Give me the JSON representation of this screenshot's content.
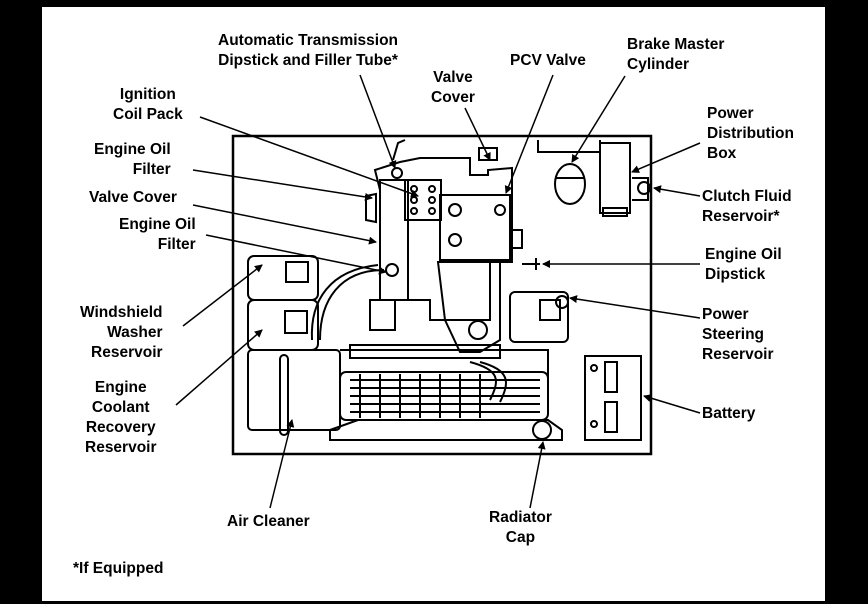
{
  "labels": {
    "auto_trans_dipstick": "Automatic Transmission\nDipstick and Filler Tube*",
    "pcv_valve": "PCV Valve",
    "brake_master": "Brake Master\nCylinder",
    "valve_cover_top": "Valve\nCover",
    "ignition_coil": "Ignition\nCoil Pack",
    "power_distribution": "Power\nDistribution\nBox",
    "engine_oil_filter_1": "Engine Oil\nFilter",
    "clutch_fluid": "Clutch Fluid\nReservoir*",
    "valve_cover_left": "Valve Cover",
    "engine_oil_filter_2": "Engine Oil\nFilter",
    "engine_oil_dipstick": "Engine Oil\nDipstick",
    "windshield_washer": "Windshield\nWasher\nReservoir",
    "power_steering": "Power\nSteering\nReservoir",
    "coolant_recovery": "Engine\nCoolant\nRecovery\nReservoir",
    "battery": "Battery",
    "air_cleaner": "Air Cleaner",
    "radiator_cap": "Radiator\nCap"
  },
  "footnote": "*If Equipped",
  "colors": {
    "background": "#000000",
    "panel": "#ffffff",
    "ink": "#000000",
    "fill_dark": "#1a1a1a"
  }
}
